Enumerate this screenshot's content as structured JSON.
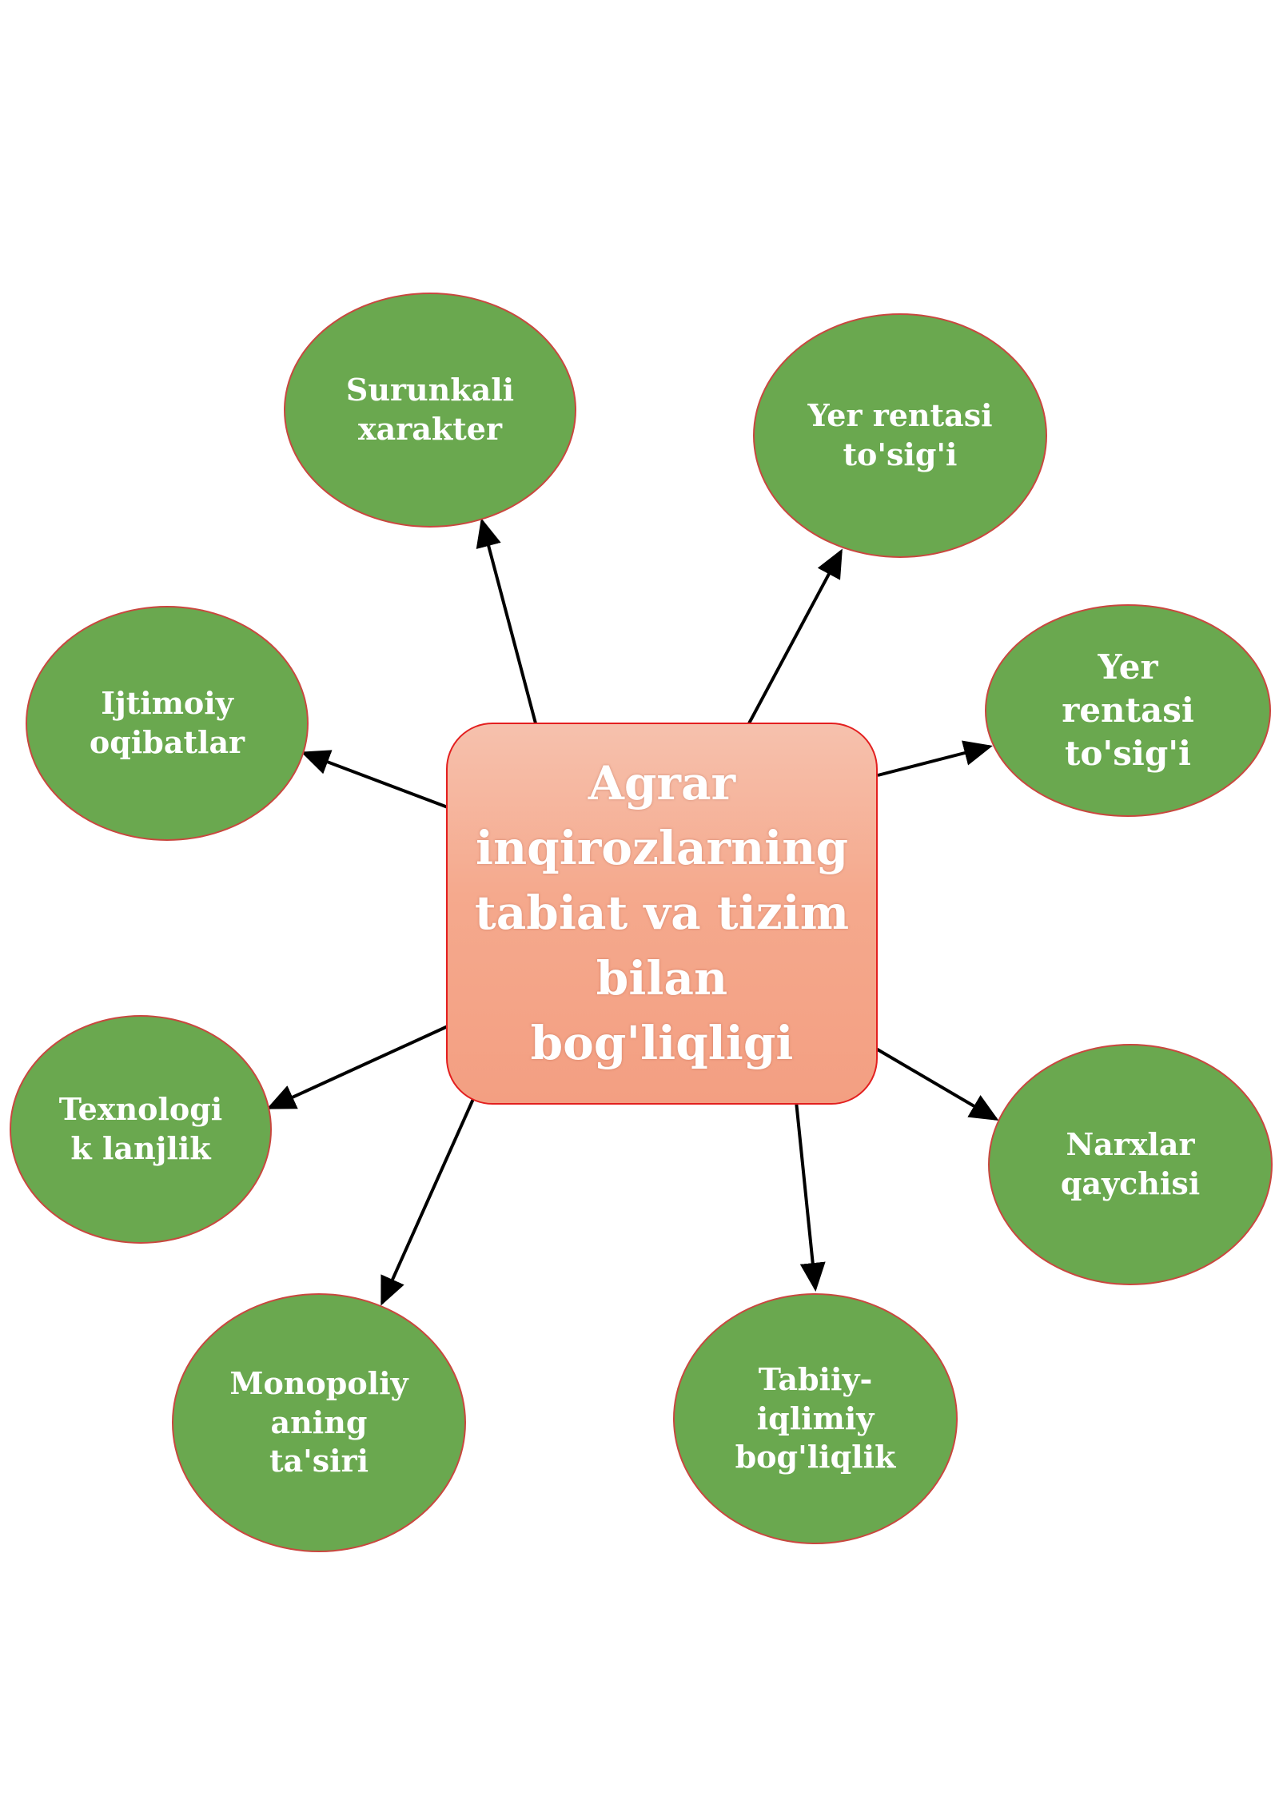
{
  "center": {
    "label": "Agrar\ninqirozlarning\ntabiat va tizim\nbilan\nbog'liqligi"
  },
  "nodes": {
    "surunkali": "Surunkali\nxarakter",
    "yer_rentasi_1": "Yer rentasi\nto'sig'i",
    "yer_rentasi_2": "Yer\nrentasi\nto'sig'i",
    "ijtimoiy": "Ijtimoiy\noqibatlar",
    "texnologik": "Texnologi\nk lanjlik",
    "narxlar": "Narxlar\nqaychisi",
    "tabiiy": "Tabiiy-\niqlimiy\nbog'liqlik",
    "monopoliy": "Monopoliy\naning\nta'siri"
  },
  "colors": {
    "node_fill": "#6aa84f",
    "node_border": "#c9473f",
    "center_border": "#e31f1f",
    "arrow": "#000000"
  }
}
